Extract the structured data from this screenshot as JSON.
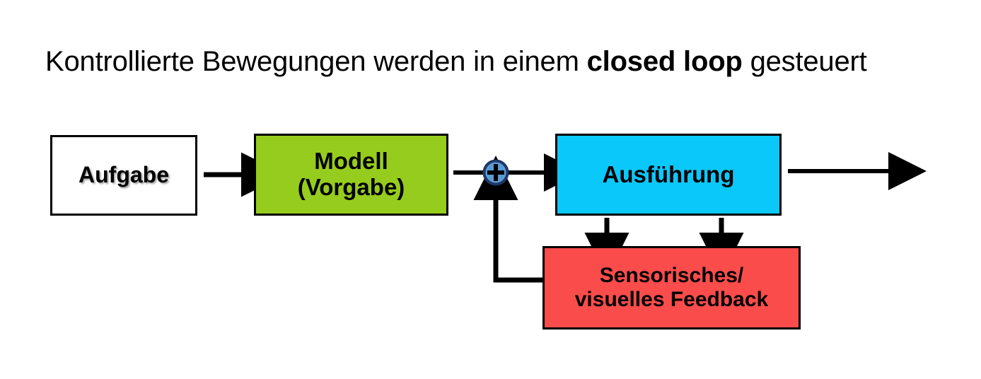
{
  "title": {
    "text_before": "Kontrollierte Bewegungen werden in einem ",
    "text_bold": "closed loop",
    "text_after": " gesteuert",
    "full_text": "Kontrollierte Bewegungen werden in einem closed loop gesteuert"
  },
  "diagram": {
    "type": "block-diagram",
    "description": "closed loop control diagram",
    "nodes": [
      {
        "id": "task",
        "label": "Aufgabe",
        "fill": "#FFFFFF",
        "border": "#000000",
        "text_color": "#000000"
      },
      {
        "id": "model",
        "label_line1": "Modell",
        "label_line2": "(Vorgabe)",
        "fill": "#96CC1E",
        "border": "#000000",
        "text_color": "#000000"
      },
      {
        "id": "summation",
        "label": "+",
        "fill": "#5B9BD5",
        "border": "#1F3864",
        "text_color": "#000000"
      },
      {
        "id": "execution",
        "label": "Ausführung",
        "fill": "#0BC8FB",
        "border": "#000000",
        "text_color": "#000000"
      },
      {
        "id": "feedback",
        "label_line1": "Sensorisches/",
        "label_line2": "visuelles Feedback",
        "fill": "#FB4C4C",
        "border": "#000000",
        "text_color": "#000000"
      }
    ],
    "edges": [
      {
        "id": "task-to-model",
        "from": "task",
        "to": "model",
        "style": "arrow"
      },
      {
        "id": "model-to-sum",
        "from": "model",
        "to": "summation",
        "style": "line"
      },
      {
        "id": "sum-to-execution",
        "from": "summation",
        "to": "execution",
        "style": "arrow"
      },
      {
        "id": "execution-to-output",
        "from": "execution",
        "to": "output",
        "style": "arrow"
      },
      {
        "id": "execution-to-feedback-left",
        "from": "execution",
        "to": "feedback",
        "style": "arrow-down"
      },
      {
        "id": "execution-to-feedback-right",
        "from": "execution",
        "to": "feedback",
        "style": "arrow-down"
      },
      {
        "id": "feedback-to-sum",
        "from": "feedback",
        "to": "summation",
        "style": "arrow-loop"
      }
    ],
    "line_color": "#000000"
  }
}
